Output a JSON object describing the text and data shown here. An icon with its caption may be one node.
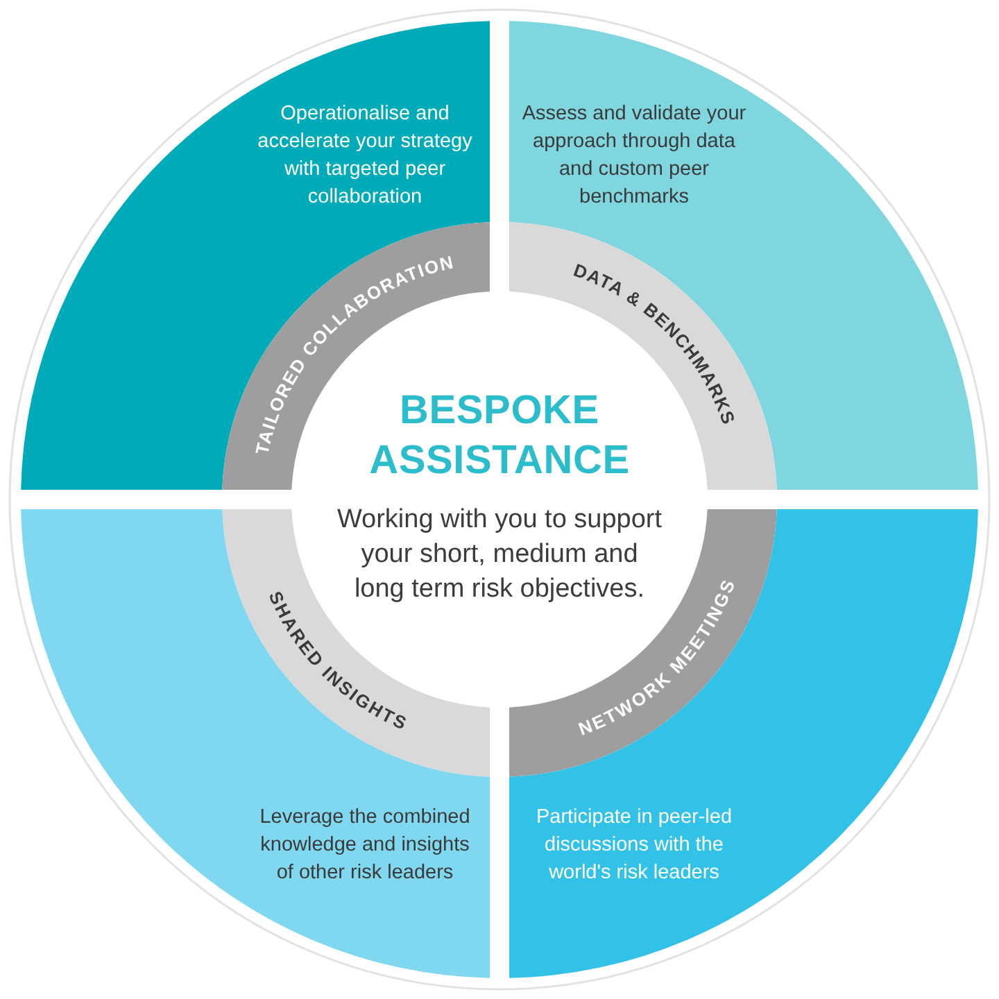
{
  "diagram": {
    "nodes": [
      {
        "text": [
          "Operationalise and accelerate your strategy with targeted peer collaboration"
        ]
      },
      {
        "text": [
          "Assess and validate your approach through data and custom peer benchmarks"
        ]
      },
      {
        "text": [
          "TAILORED COLLABORATION"
        ]
      },
      {
        "text": [
          "DATA & BENCHMARKS"
        ]
      },
      {
        "text": [
          "BESPOKE ASSISTANCE",
          "Working with you to support your short, medium and long term risk objectives."
        ]
      },
      {
        "text": [
          "SHARED INSIGHTS"
        ]
      },
      {
        "text": [
          "NETWORK MEETINGS"
        ]
      },
      {
        "text": [
          "Leverage the combined knowledge and insights of other risk leaders"
        ]
      },
      {
        "text": [
          "Participate in peer-led discussions with the world's risk leaders"
        ]
      }
    ]
  }
}
